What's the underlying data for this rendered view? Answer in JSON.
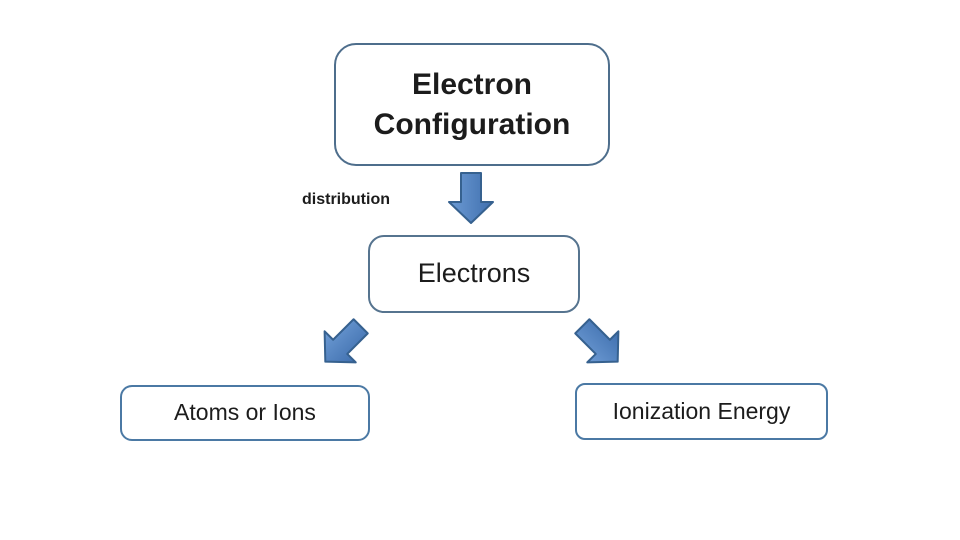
{
  "slide": {
    "background": "#ffffff",
    "colors": {
      "text": "#1c1c1c",
      "top_box_border": "#4e6e8c",
      "middle_box_border": "#56748f",
      "bottom_box_border": "#4b79a4",
      "arrow_fill_light": "#6d9bd4",
      "arrow_fill_dark": "#3f6fae",
      "arrow_stroke": "#36618f"
    },
    "nodes": {
      "root": {
        "label": "Electron\nConfiguration"
      },
      "middle": {
        "label": "Electrons"
      },
      "bottom_left": {
        "label": "Atoms or Ions"
      },
      "bottom_right": {
        "label": "Ionization Energy"
      }
    },
    "edge_labels": {
      "distribution": "distribution"
    },
    "arrows": [
      {
        "name": "arrow-down",
        "direction": "down",
        "from": "Electron Configuration",
        "to": "Electrons"
      },
      {
        "name": "arrow-down-left",
        "direction": "down-left",
        "from": "Electrons",
        "to": "Atoms or Ions"
      },
      {
        "name": "arrow-down-right",
        "direction": "down-right",
        "from": "Electrons",
        "to": "Ionization Energy"
      }
    ]
  }
}
